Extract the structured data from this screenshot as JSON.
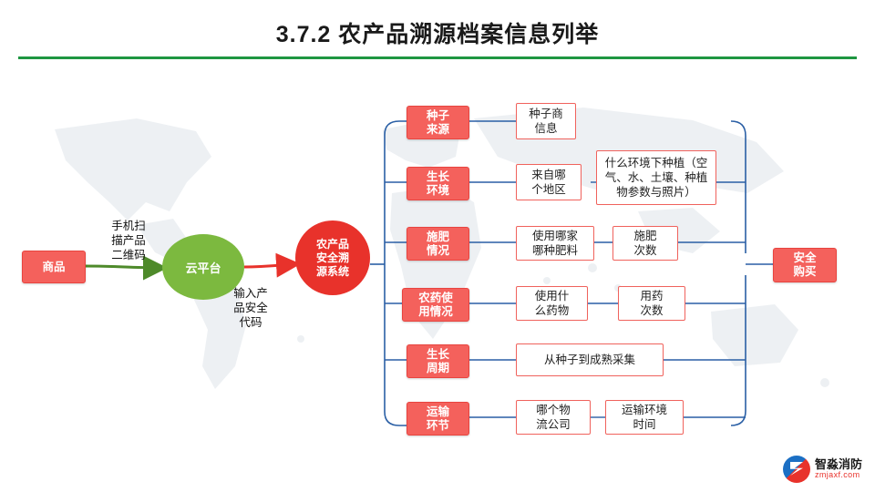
{
  "header": {
    "title": "3.7.2   农产品溯源档案信息列举"
  },
  "flow": {
    "product": "商品",
    "scan_note": "手机扫\n描产品\n二维码",
    "platform": "云平台",
    "input_note": "输入产\n品安全\n代码",
    "system": "农产品\n安全溯\n源系统",
    "purchase": "安全\n购买"
  },
  "branches": [
    {
      "label": "种子\n来源",
      "details": [
        "种子商\n信息"
      ]
    },
    {
      "label": "生长\n环境",
      "details": [
        "来自哪\n个地区",
        "什么环境下种植（空\n气、水、土壤、种植\n物参数与照片）"
      ]
    },
    {
      "label": "施肥\n情况",
      "details": [
        "使用哪家\n哪种肥料",
        "施肥\n次数"
      ]
    },
    {
      "label": "农药使\n用情况",
      "details": [
        "使用什\n么药物",
        "用药\n次数"
      ]
    },
    {
      "label": "生长\n周期",
      "details": [
        "从种子到成熟采集"
      ]
    },
    {
      "label": "运输\n环节",
      "details": [
        "哪个物\n流公司",
        "运输环境\n时间"
      ]
    }
  ],
  "logo": {
    "name": "智淼消防",
    "site": "zmjaxf.com"
  },
  "colors": {
    "accent_red": "#f4615c",
    "deep_red": "#e8322b",
    "green": "#7cb93f",
    "rule_green": "#1e9641",
    "connector_blue": "#2a5fa5"
  }
}
